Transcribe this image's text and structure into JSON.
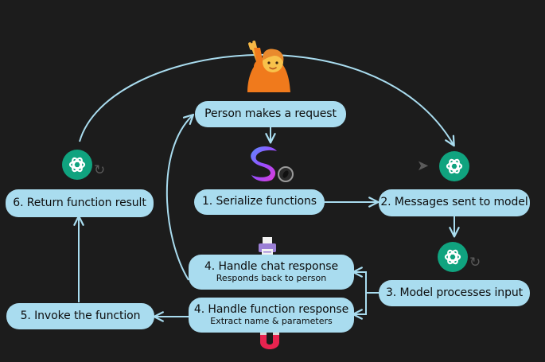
{
  "nodes": {
    "request": {
      "label": "Person makes a request"
    },
    "serialize": {
      "label": "1. Serialize functions"
    },
    "messages": {
      "label": "2. Messages sent to model"
    },
    "model": {
      "label": "3. Model processes input"
    },
    "chat": {
      "label": "4. Handle chat response",
      "sub": "Responds back to person"
    },
    "function": {
      "label": "4. Handle function response",
      "sub": "Extract name & parameters"
    },
    "invoke": {
      "label": "5. Invoke the function"
    },
    "result": {
      "label": "6. Return function result"
    }
  },
  "icons": {
    "person": "person-raising-hand-icon",
    "kernel": "semantic-kernel-logo-icon",
    "openai": "openai-logo-icon",
    "printer": "printer-icon",
    "magnet": "magnet-icon"
  },
  "colors": {
    "background": "#1c1c1c",
    "node": "#a9dcef",
    "arrow": "#a9dcef",
    "openai": "#10a37f"
  }
}
